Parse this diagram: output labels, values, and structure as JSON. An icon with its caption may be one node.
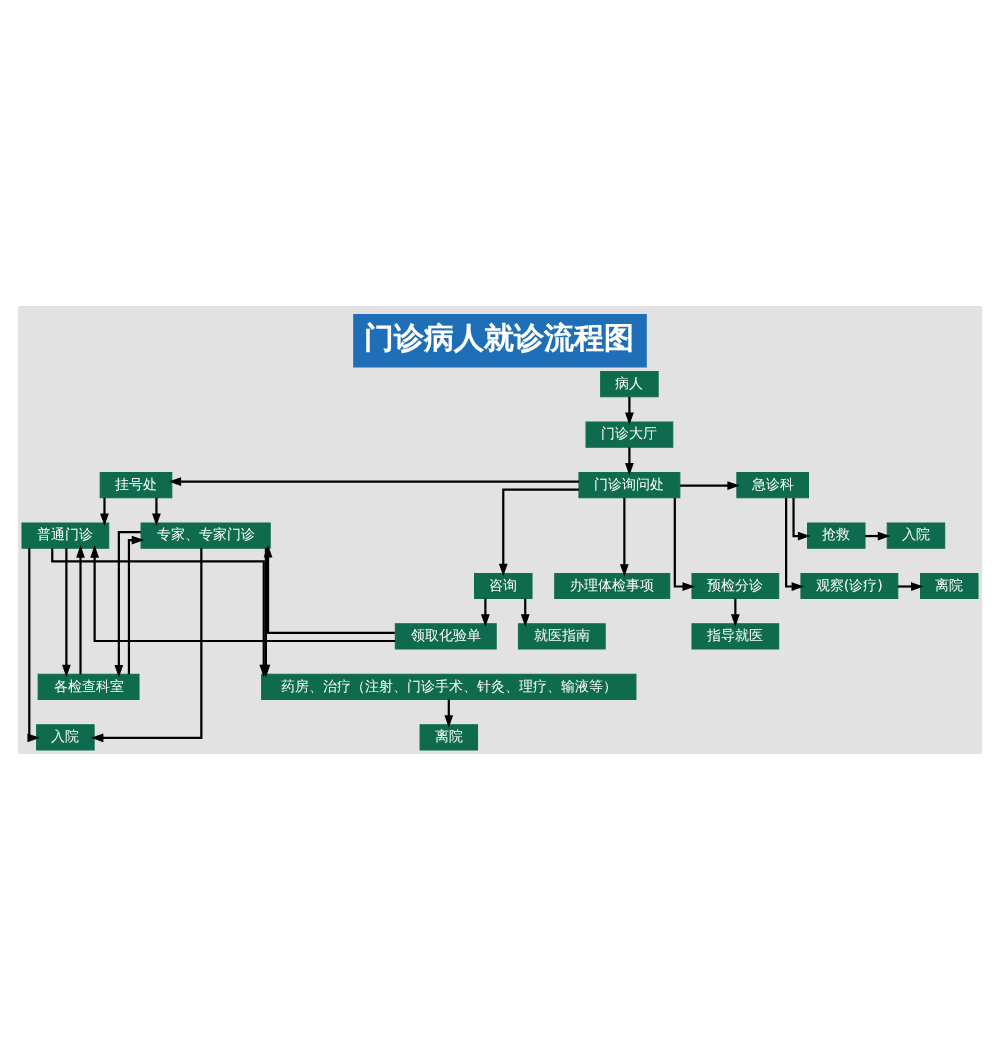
{
  "diagram": {
    "title": "门诊病人就诊流程图",
    "nodes": [
      {
        "text": [
          "病人"
        ]
      },
      {
        "text": [
          "门诊大厅"
        ]
      },
      {
        "text": [
          "门诊询问处"
        ]
      },
      {
        "text": [
          "挂号处"
        ]
      },
      {
        "text": [
          "急诊科"
        ]
      },
      {
        "text": [
          "抢救"
        ]
      },
      {
        "text": [
          "入院"
        ]
      },
      {
        "text": [
          "观察(诊疗)"
        ]
      },
      {
        "text": [
          "离院"
        ]
      },
      {
        "text": [
          "普通门诊"
        ]
      },
      {
        "text": [
          "专家、专家门诊"
        ]
      },
      {
        "text": [
          "咨询"
        ]
      },
      {
        "text": [
          "办理体检事项"
        ]
      },
      {
        "text": [
          "预检分诊"
        ]
      },
      {
        "text": [
          "领取化验单"
        ]
      },
      {
        "text": [
          "就医指南"
        ]
      },
      {
        "text": [
          "指导就医"
        ]
      },
      {
        "text": [
          "各检查科室"
        ]
      },
      {
        "text": [
          "药房、治疗（注射、门诊手术、针灸、理疗、输液等）"
        ]
      },
      {
        "text": [
          "入院"
        ]
      },
      {
        "text": [
          "离院"
        ]
      }
    ],
    "edges": [
      {
        "from": 0,
        "to": 1,
        "arrow": "to"
      },
      {
        "from": 1,
        "to": 2,
        "arrow": "to"
      },
      {
        "from": 2,
        "to": 3,
        "arrow": "to"
      },
      {
        "from": 2,
        "to": 4,
        "arrow": "to"
      },
      {
        "from": 4,
        "to": 5,
        "arrow": "to"
      },
      {
        "from": 5,
        "to": 6,
        "arrow": "to"
      },
      {
        "from": 4,
        "to": 7,
        "arrow": "to"
      },
      {
        "from": 7,
        "to": 8,
        "arrow": "to"
      },
      {
        "from": 3,
        "to": 9,
        "arrow": "to"
      },
      {
        "from": 3,
        "to": 10,
        "arrow": "to"
      },
      {
        "from": 2,
        "to": 11,
        "arrow": "to"
      },
      {
        "from": 2,
        "to": 12,
        "arrow": "to"
      },
      {
        "from": 2,
        "to": 13,
        "arrow": "to"
      },
      {
        "from": 11,
        "to": 14,
        "arrow": "to"
      },
      {
        "from": 11,
        "to": 15,
        "arrow": "to"
      },
      {
        "from": 13,
        "to": 16,
        "arrow": "to"
      },
      {
        "from": 9,
        "to": 17,
        "arrow": "to"
      },
      {
        "from": 10,
        "to": 17,
        "arrow": "to"
      },
      {
        "from": 17,
        "to": 9,
        "arrow": "to"
      },
      {
        "from": 17,
        "to": 10,
        "arrow": "to"
      },
      {
        "from": 9,
        "to": 18,
        "arrow": "to"
      },
      {
        "from": 10,
        "to": 18,
        "arrow": "to"
      },
      {
        "from": 9,
        "to": 19,
        "arrow": "to"
      },
      {
        "from": 10,
        "to": 19,
        "arrow": "to"
      },
      {
        "from": 14,
        "to": 9,
        "arrow": "to"
      },
      {
        "from": 14,
        "to": 10,
        "arrow": "to"
      },
      {
        "from": 18,
        "to": 20,
        "arrow": "to"
      }
    ]
  }
}
